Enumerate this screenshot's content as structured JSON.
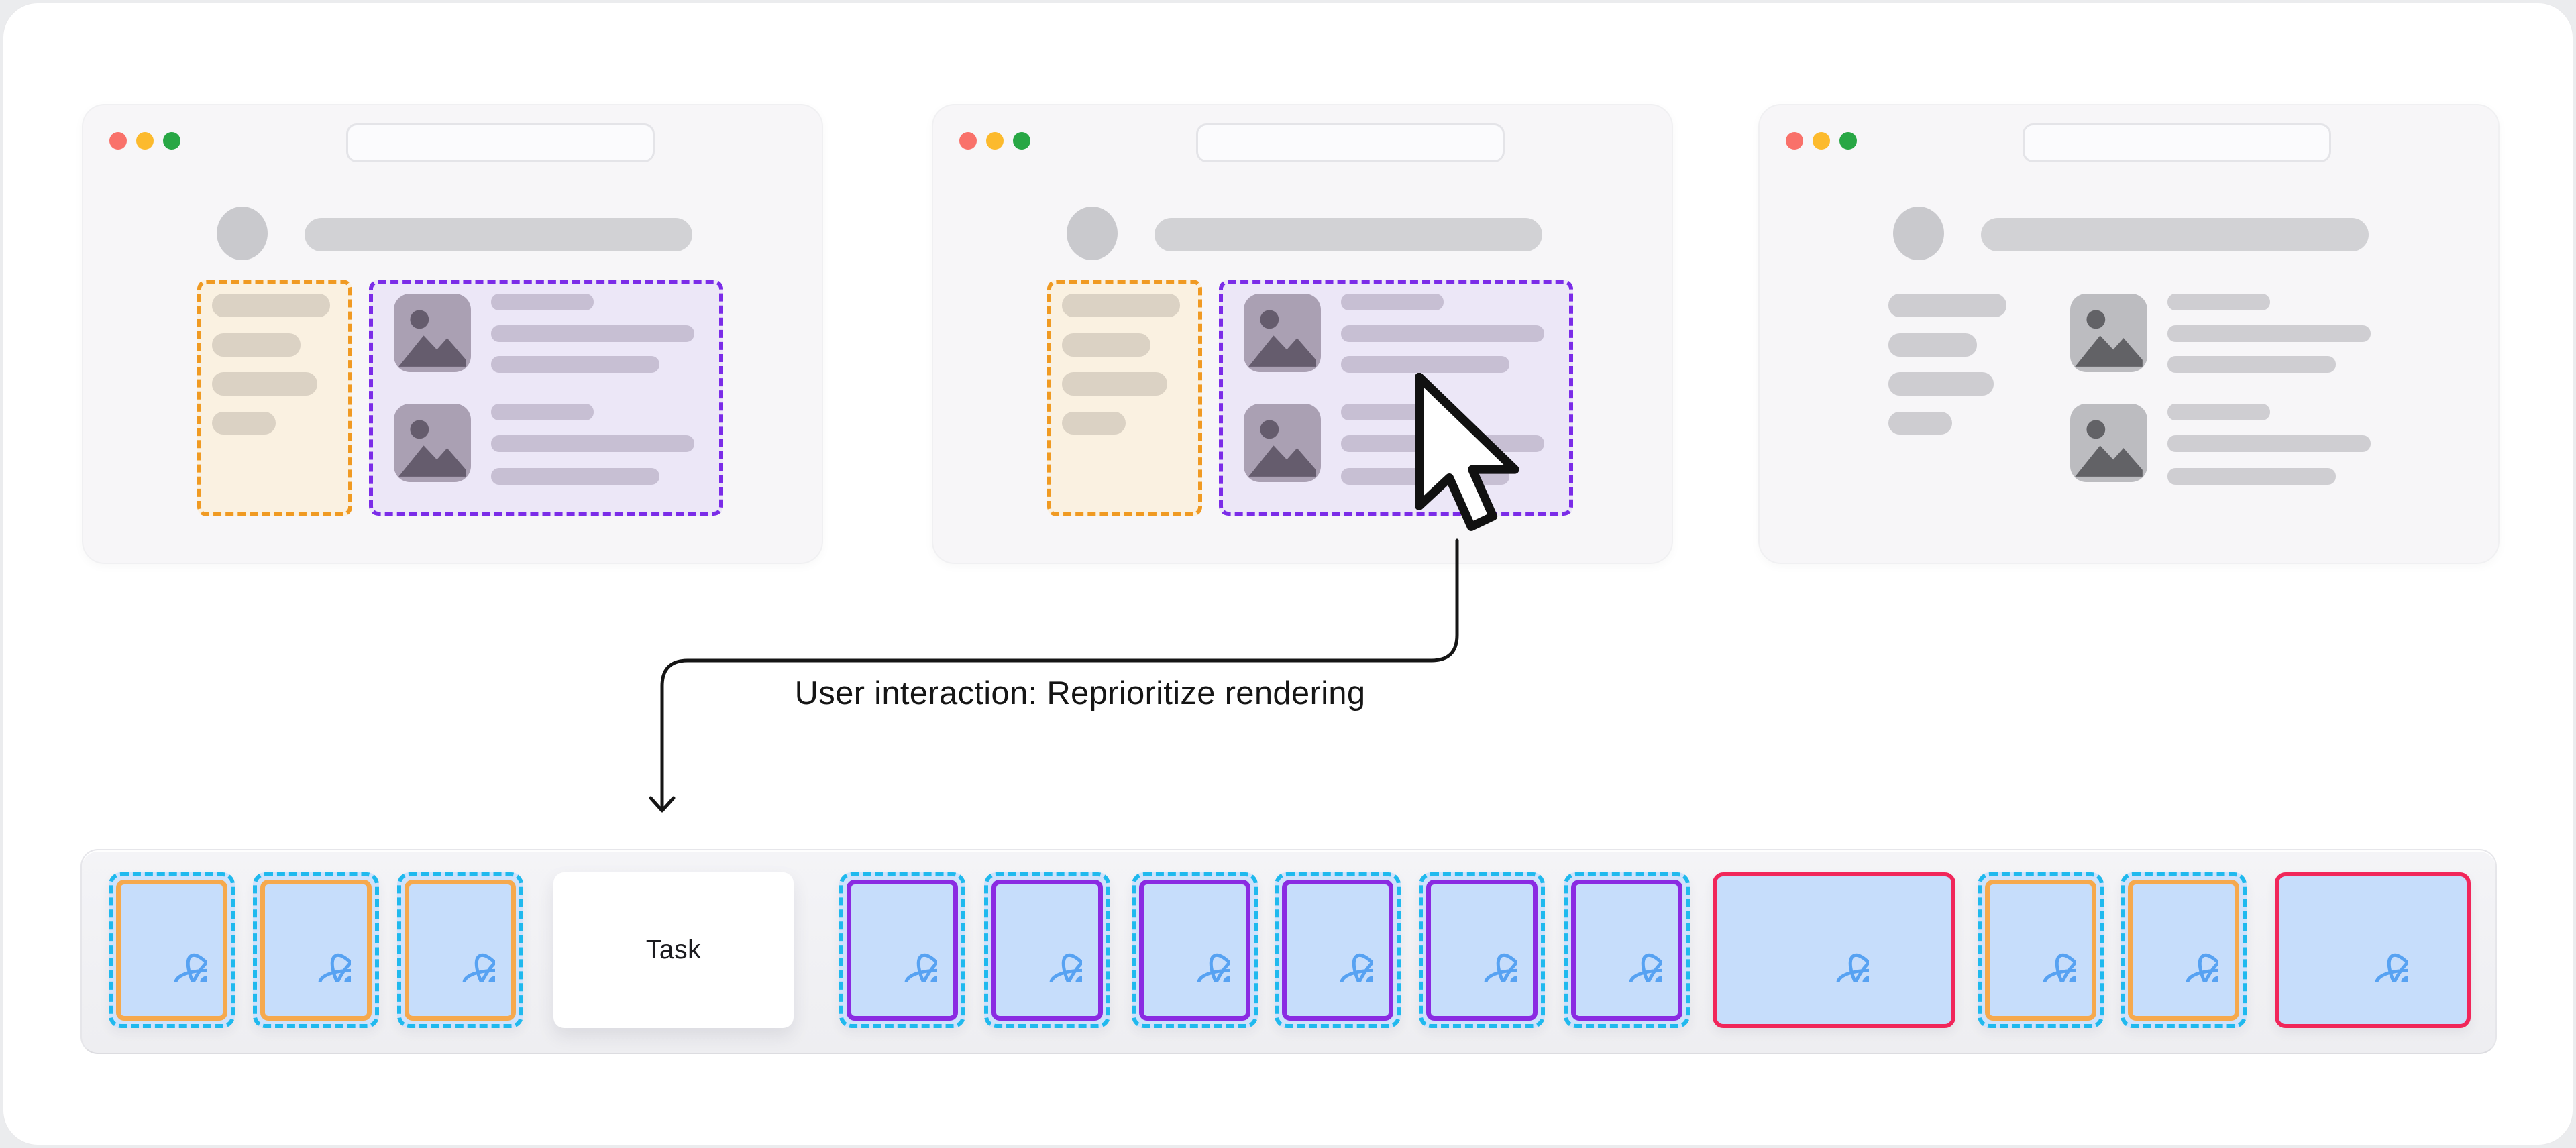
{
  "annotation": {
    "text": "User interaction: Reprioritize rendering"
  },
  "windows": [
    {
      "variant": "priority-overlays",
      "cursor": false
    },
    {
      "variant": "priority-overlays",
      "cursor": true
    },
    {
      "variant": "rendered",
      "cursor": false
    }
  ],
  "timeline": {
    "cards": [
      {
        "style": "orange-dashed",
        "icon": "react-logo"
      },
      {
        "style": "orange-dashed",
        "icon": "react-logo"
      },
      {
        "style": "orange-dashed",
        "icon": "react-logo"
      },
      {
        "style": "task",
        "label": "Task"
      },
      {
        "style": "purple-dashed",
        "icon": "react-logo"
      },
      {
        "style": "purple-dashed",
        "icon": "react-logo"
      },
      {
        "style": "purple-dashed",
        "icon": "react-logo"
      },
      {
        "style": "purple-dashed",
        "icon": "react-logo"
      },
      {
        "style": "purple-dashed",
        "icon": "react-logo"
      },
      {
        "style": "purple-dashed",
        "icon": "react-logo"
      },
      {
        "style": "red-wide",
        "icon": "react-logo"
      },
      {
        "style": "orange-dashed",
        "icon": "react-logo"
      },
      {
        "style": "orange-dashed",
        "icon": "react-logo"
      },
      {
        "style": "red-wide",
        "icon": "react-logo"
      }
    ]
  },
  "icons": {
    "react": "react-logo",
    "image_placeholder": "photo-placeholder",
    "cursor": "arrow-pointer",
    "traffic_lights": [
      "red",
      "yellow",
      "green"
    ]
  },
  "colors": {
    "cyan_dash": "#1fb9ee",
    "orange_border": "#f6a94d",
    "purple_border": "#8a2be2",
    "red_border": "#f1265a",
    "card_blue": "#c6ddfb",
    "react_blue": "#57a2f2",
    "traffic_red": "#f9716a",
    "traffic_yellow": "#fcba2d",
    "traffic_green": "#28a745",
    "sidebar_dash": "#f09a22",
    "sidebar_bg": "#faf1e1",
    "main_dash": "#7b2ce8",
    "main_bg": "#ece7f7"
  }
}
